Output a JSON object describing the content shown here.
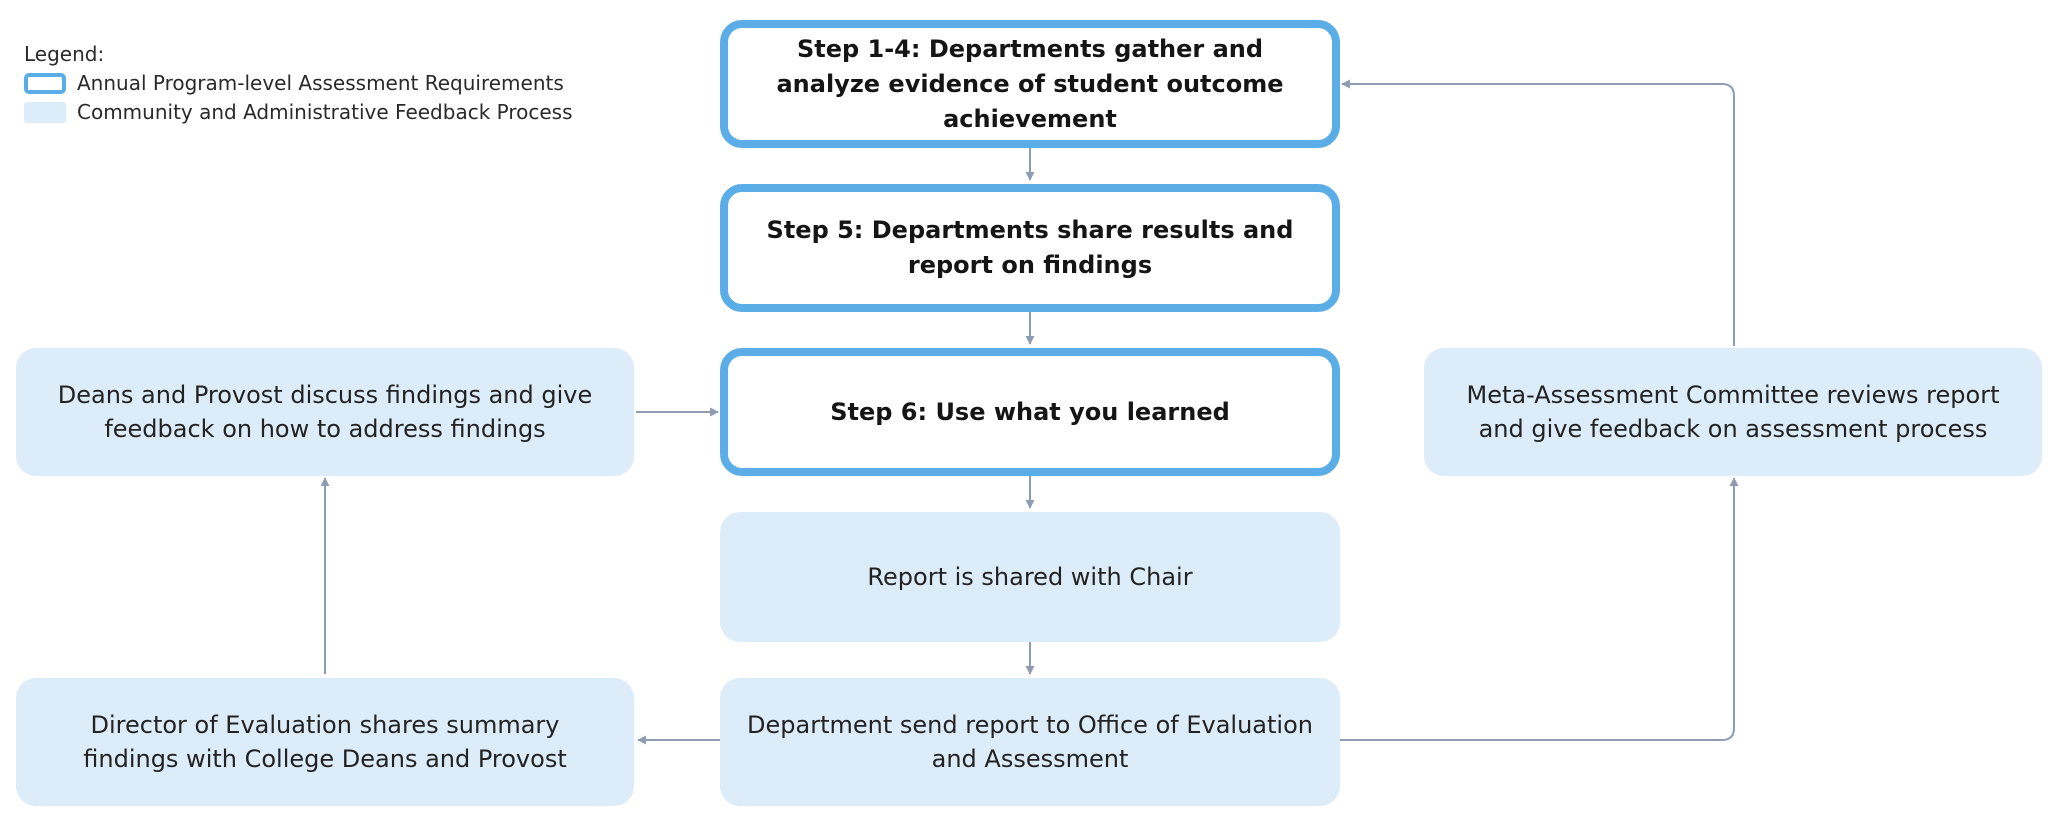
{
  "legend": {
    "title": "Legend:",
    "requirements_label": "Annual Program-level Assessment Requirements",
    "feedback_label": "Community and Administrative Feedback Process"
  },
  "nodes": {
    "step1_4": "Step 1-4: Departments gather and analyze evidence of student outcome achievement",
    "step5": "Step 5: Departments share results and report on findings",
    "step6": "Step 6: Use what you learned",
    "report_chair": "Report is shared with Chair",
    "dept_send": "Department send report to Office of Evaluation and Assessment",
    "director": "Director of Evaluation shares summary findings with College Deans and Provost",
    "deans": "Deans and Provost discuss findings and give feedback on how to address findings",
    "meta": "Meta-Assessment Committee reviews report and give feedback on assessment process"
  },
  "colors": {
    "step_border": "#5aade6",
    "feedback_fill": "#ddecf9",
    "connector": "#8e9bb3"
  }
}
